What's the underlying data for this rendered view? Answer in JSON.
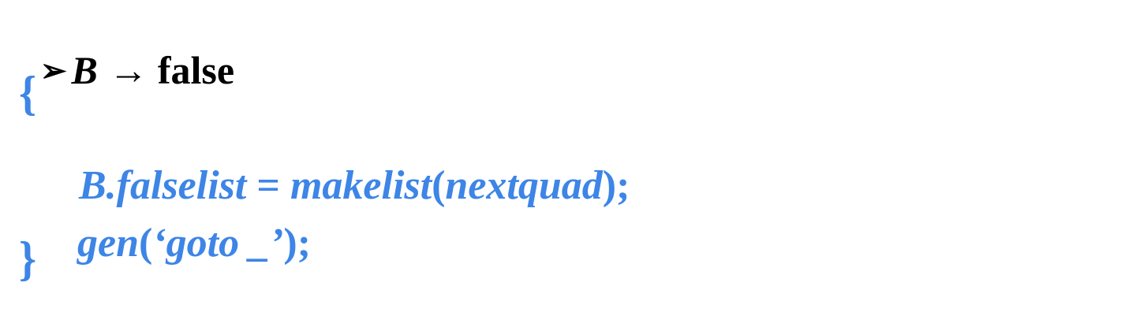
{
  "heading": {
    "bullet_icon": "arrowhead-bullet",
    "bullet": "➢",
    "symbol": "B",
    "arrow": "→",
    "production": "false"
  },
  "code": {
    "open_brace": "{",
    "close_brace": "}",
    "stmt1": {
      "lhs": "B.falselist",
      "eq": " = ",
      "func": "makelist",
      "open": "(",
      "arg": "nextquad",
      "close": ");"
    },
    "stmt2": {
      "func": "gen",
      "open": "(",
      "arg": "‘goto _’",
      "close": ");"
    }
  },
  "colors": {
    "heading": "#000000",
    "code": "#3d85e6"
  }
}
